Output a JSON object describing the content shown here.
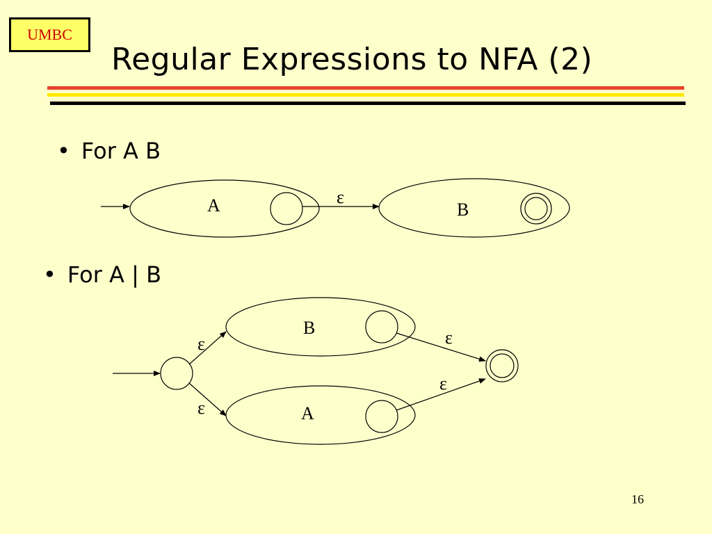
{
  "logo": {
    "text": "UMBC"
  },
  "title": "Regular Expressions to NFA (2)",
  "bullets": [
    {
      "marker": "•",
      "text": "For A B"
    },
    {
      "marker": "•",
      "text": "For A | B"
    }
  ],
  "concat_diagram": {
    "machine_a_label": "A",
    "machine_b_label": "B",
    "transition_label": "ε"
  },
  "union_diagram": {
    "machine_top_label": "B",
    "machine_bottom_label": "A",
    "split_top_label": "ε",
    "split_bottom_label": "ε",
    "join_top_label": "ε",
    "join_bottom_label": "ε"
  },
  "page_number": "16",
  "colors": {
    "background": "#FFFFCC",
    "logo_fill": "#FFFF66",
    "logo_text": "#CC0000",
    "rule_red": "#E8432B",
    "rule_yellow": "#FFE800",
    "rule_black": "#000000"
  }
}
